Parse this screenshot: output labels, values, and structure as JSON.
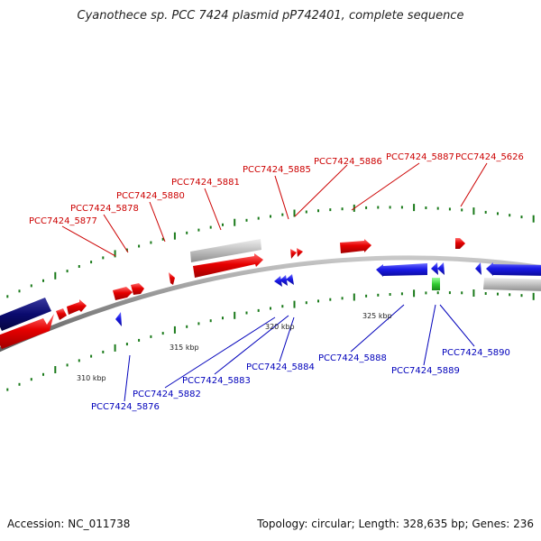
{
  "title": "Cyanothece sp. PCC 7424 plasmid pP742401, complete sequence",
  "footer": {
    "accession": "Accession: NC_011738",
    "summary": "Topology: circular; Length: 328,635 bp; Genes: 236"
  },
  "colors": {
    "forward": "#e60000",
    "reverse": "#1a1ae6",
    "gray": "#bfbfbf",
    "navy": "#0a0a6e",
    "green": "#33cc33",
    "tick": "#1a7a1a",
    "label_forward": "#cc0000",
    "label_reverse": "#0000bb"
  },
  "scale_labels": [
    "310 kbp",
    "315 kbp",
    "320 kbp",
    "325 kbp"
  ],
  "forward_labels": [
    "PCC7424_5877",
    "PCC7424_5878",
    "PCC7424_5880",
    "PCC7424_5881",
    "PCC7424_5885",
    "PCC7424_5886",
    "PCC7424_5887",
    "PCC7424_5626"
  ],
  "reverse_labels": [
    "PCC7424_5876",
    "PCC7424_5882",
    "PCC7424_5883",
    "PCC7424_5884",
    "PCC7424_5888",
    "PCC7424_5889",
    "PCC7424_5890"
  ]
}
